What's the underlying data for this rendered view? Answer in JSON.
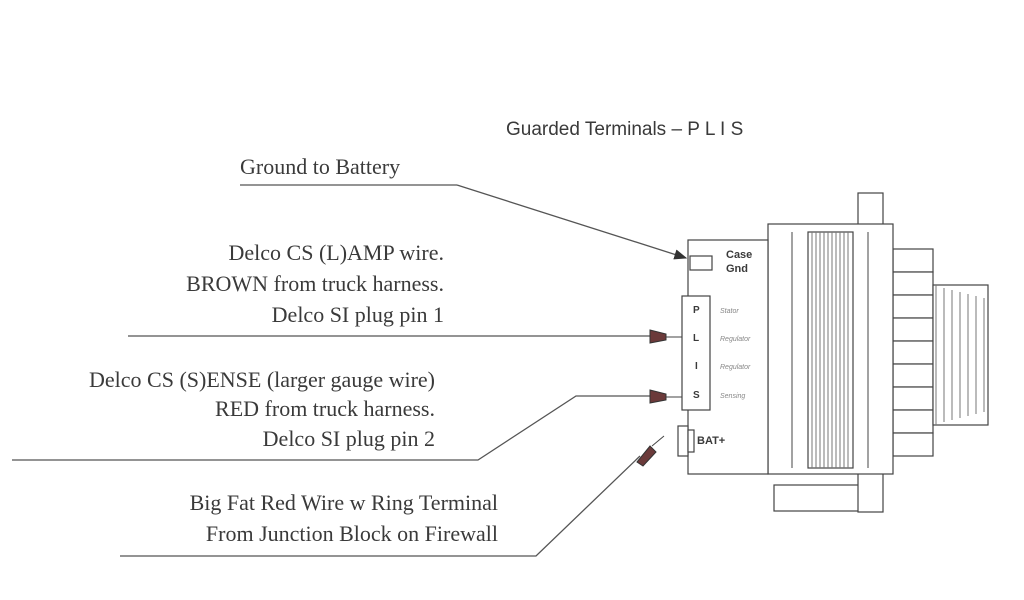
{
  "title": "Guarded Terminals – P L I S",
  "callouts": {
    "ground": "Ground to Battery",
    "lamp": [
      "Delco CS (L)AMP wire.",
      "BROWN from truck harness.",
      "Delco SI plug pin 1"
    ],
    "sense": [
      "Delco CS (S)ENSE (larger gauge wire)",
      "RED from truck harness.",
      "Delco SI plug pin 2"
    ],
    "bat": [
      "Big Fat Red Wire w Ring Terminal",
      "From Junction Block on Firewall"
    ]
  },
  "terminals": {
    "case_gnd": [
      "Case",
      "Gnd"
    ],
    "bat_plus": "BAT+",
    "letters": [
      "P",
      "L",
      "I",
      "S"
    ],
    "descriptions": [
      "Stator",
      "Regulator",
      "Regulator",
      "Sensing"
    ]
  }
}
